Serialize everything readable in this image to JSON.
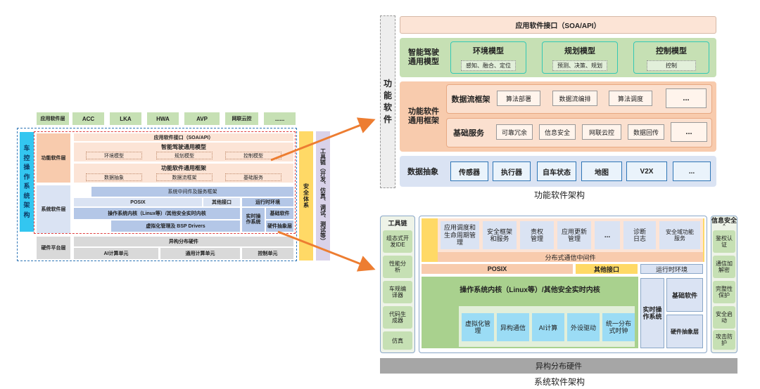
{
  "left": {
    "app_layer_label": "应用软件层",
    "app_items": [
      "ACC",
      "LKA",
      "HWA",
      "AVP",
      "网联云控",
      "......"
    ],
    "vehicle_arch_label": "车控操作系统架构",
    "func_sw_layer_label": "功能软件层",
    "soa_label": "应用软件接口（SOA/API）",
    "ad_model_title": "智能驾驶通用模型",
    "ad_model_items": [
      "环境模型",
      "规划模型",
      "控制模型"
    ],
    "func_framework_title": "功能软件通用框架",
    "func_framework_items": [
      "数据抽象",
      "数据流框架",
      "基础服务"
    ],
    "sys_sw_layer_label": "系统软件层",
    "middleware_label": "系统中间件及服务框架",
    "posix_label": "POSIX",
    "other_if_label": "其他接口",
    "runtime_label": "运行时环境",
    "kernel_label": "操作系统内核（Linux等）/其他安全实时内核",
    "rtos_label": "实时操作系统",
    "basic_sw_label": "基础软件",
    "hal_label": "硬件抽象层",
    "virt_label": "虚拟化管理及 BSP Drivers",
    "hw_platform_label": "硬件平台层",
    "hetero_hw_label": "异构分布硬件",
    "hw_units": [
      "AI计算单元",
      "通用计算单元",
      "控制单元"
    ],
    "security_system_label": "安全体系",
    "toolchain_label": "工具链（开发、仿真、调试、测试等）"
  },
  "func_arch": {
    "side_label": "功能软件",
    "soa_label": "应用软件接口（SOA/API）",
    "ad_model_title": "智能驾驶通用模型",
    "models": [
      {
        "title": "环境模型",
        "sub": "感知、融合、定位"
      },
      {
        "title": "规划模型",
        "sub": "预测、决策、规划"
      },
      {
        "title": "控制模型",
        "sub": "控制"
      }
    ],
    "framework_title": "功能软件通用框架",
    "dataflow_label": "数据流框架",
    "dataflow_items": [
      "算法部署",
      "数据流编排",
      "算法调度",
      "..."
    ],
    "basic_service_label": "基础服务",
    "basic_service_items": [
      "可靠冗余",
      "信息安全",
      "网联云控",
      "数据回传",
      "..."
    ],
    "data_abstraction_label": "数据抽象",
    "data_abstraction_items": [
      "传感器",
      "执行器",
      "自车状态",
      "地图",
      "V2X",
      "..."
    ],
    "caption": "功能软件架构"
  },
  "sys_arch": {
    "toolchain_title": "工具链",
    "toolchain_items": [
      "组态式开发IDE",
      "性能分析",
      "车规编译器",
      "代码生成器",
      "仿真"
    ],
    "services": [
      "应用调度和生命周期管理",
      "安全框架和服务",
      "责权管理",
      "应用更新管理",
      "...",
      "诊断日志",
      "安全域功能服务"
    ],
    "dist_comm_label": "分布式通信中间件",
    "posix_label": "POSIX",
    "other_if_label": "其他接口",
    "runtime_label": "运行时环境",
    "kernel_label": "操作系统内核（Linux等）/其他安全实时内核",
    "kernel_items": [
      "虚拟化管理",
      "异构通信",
      "AI计算",
      "外设驱动",
      "统一分布式时钟"
    ],
    "rtos_label": "实时操作系统",
    "basic_sw_label": "基础软件",
    "hal_label": "硬件抽象层",
    "security_title": "信息安全",
    "security_items": [
      "鉴权认证",
      "通信加解密",
      "完整性保护",
      "安全启动",
      "攻击防护"
    ],
    "hetero_hw_label": "异构分布硬件",
    "caption": "系统软件架构"
  }
}
